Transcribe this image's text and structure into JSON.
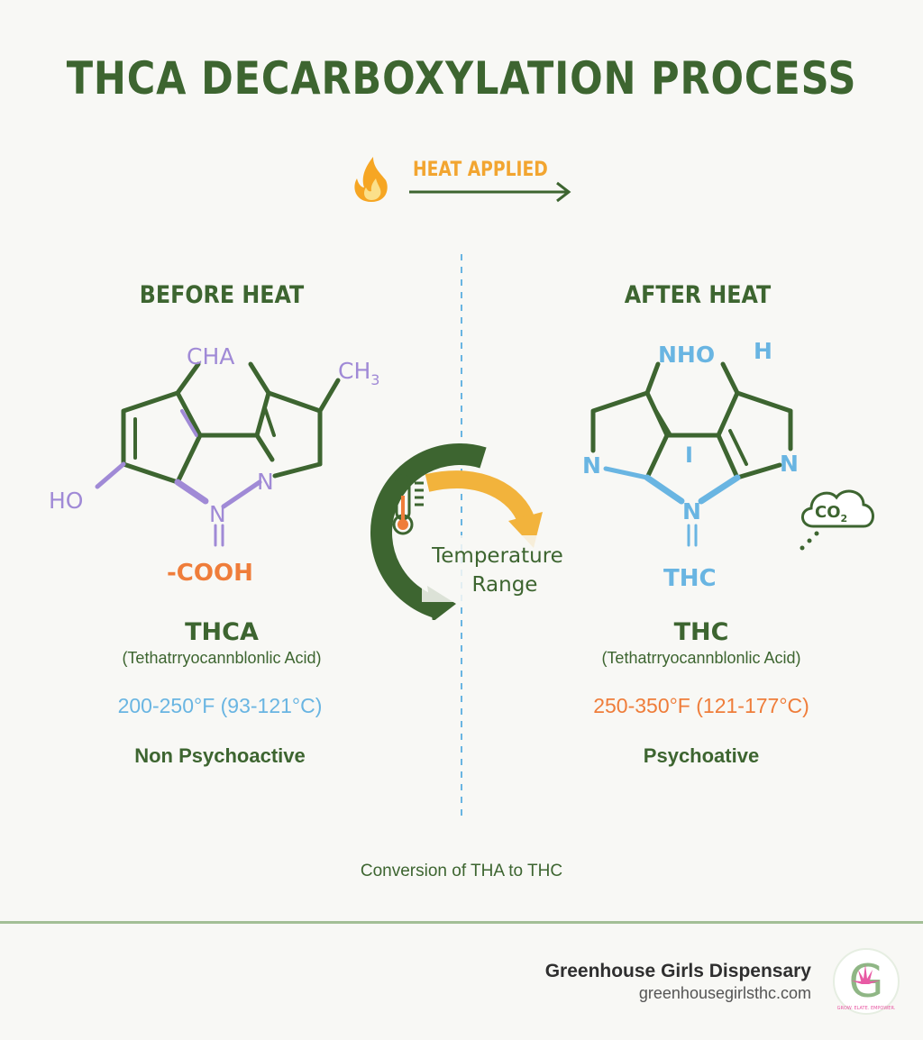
{
  "title": "THCA DECARBOXYLATION PROCESS",
  "heat": {
    "label": "HEAT APPLIED"
  },
  "before": {
    "heading": "BEFORE HEAT",
    "atoms": {
      "cha": "CHA",
      "ch3_main": "CH",
      "ch3_sub": "3",
      "ho": "HO",
      "n1": "N",
      "n2": "N",
      "cooh": "-COOH"
    },
    "name": "THCA",
    "full_name": "(Tethatrryocannblonlic Acid)",
    "temperature": "200-250°F (93-121°C)",
    "effect": "Non Psychoactive"
  },
  "center": {
    "label_line1": "Temperature",
    "label_line2": "Range"
  },
  "after": {
    "heading": "AFTER HEAT",
    "atoms": {
      "nho": "NHO",
      "h": "H",
      "n_left": "N",
      "n_right": "N",
      "i": "I",
      "n_bottom": "N",
      "thc": "THC"
    },
    "co2_main": "CO",
    "co2_sub": "2",
    "name": "THC",
    "full_name": "(Tethatrryocannblonlic Acid)",
    "temperature": "250-350°F (121-177°C)",
    "effect": "Psychoative"
  },
  "caption": "Conversion of THA to THC",
  "footer": {
    "brand": "Greenhouse Girls Dispensary",
    "url": "greenhousegirlsthc.com",
    "logo_letter": "G",
    "logo_text": "GROW. ELATE. EMPOWER."
  },
  "colors": {
    "green": "#3d6530",
    "purple": "#a08ad6",
    "orange": "#ef7d3a",
    "blue": "#69b5e2",
    "yellow": "#f2b33c",
    "flame": "#f6a623"
  },
  "icons": [
    "flame-icon",
    "arrow-right-icon",
    "thermometer-icon",
    "cycle-arrow-icon",
    "co2-cloud-icon",
    "cannabis-leaf-icon"
  ]
}
